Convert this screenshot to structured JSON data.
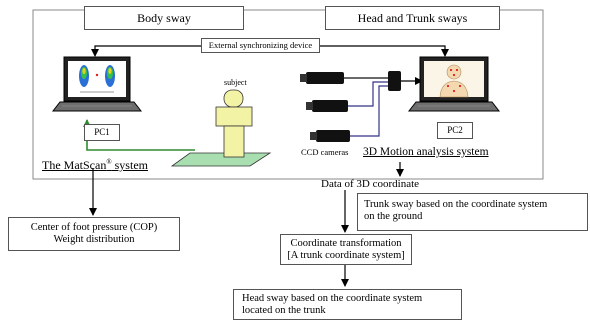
{
  "labels": {
    "body_sway": "Body sway",
    "head_trunk_sways": "Head and Trunk sways",
    "sync_device": "External synchronizing device",
    "subject": "subject",
    "pc1": "PC1",
    "pc2": "PC2",
    "matscan_system": "The MatScan",
    "matscan_reg": "®",
    "matscan_suffix": " system",
    "ccd_cameras": "CCD cameras",
    "motion_system": "3D Motion analysis system",
    "data_3d": "Data of 3D coordinate",
    "cop_line1": "Center of foot pressure (COP)",
    "cop_line2": "Weight distribution",
    "trunk_sway_line1": "Trunk sway based on the coordinate system",
    "trunk_sway_line2": "on the ground",
    "coord_transform_line1": "Coordinate transformation",
    "coord_transform_line2": "[A trunk coordinate system]",
    "head_sway_line1": "Head sway based on the coordinate system",
    "head_sway_line2": "located on the trunk"
  },
  "colors": {
    "subject_body": "#f3f3a6",
    "foot_mat": "#a9dfb0",
    "signal_line_green": "#2e8b2e",
    "camera_cable_blue": "#33338a",
    "laptop_frame": "#111111",
    "face_skin": "#f4d9b0",
    "foot_pressure_blue": "#2a6fd6"
  },
  "icons": [
    "laptop-icon",
    "camera-icon",
    "subject-figure-icon",
    "foot-pressure-map-icon",
    "head-trunk-marker-icon"
  ]
}
